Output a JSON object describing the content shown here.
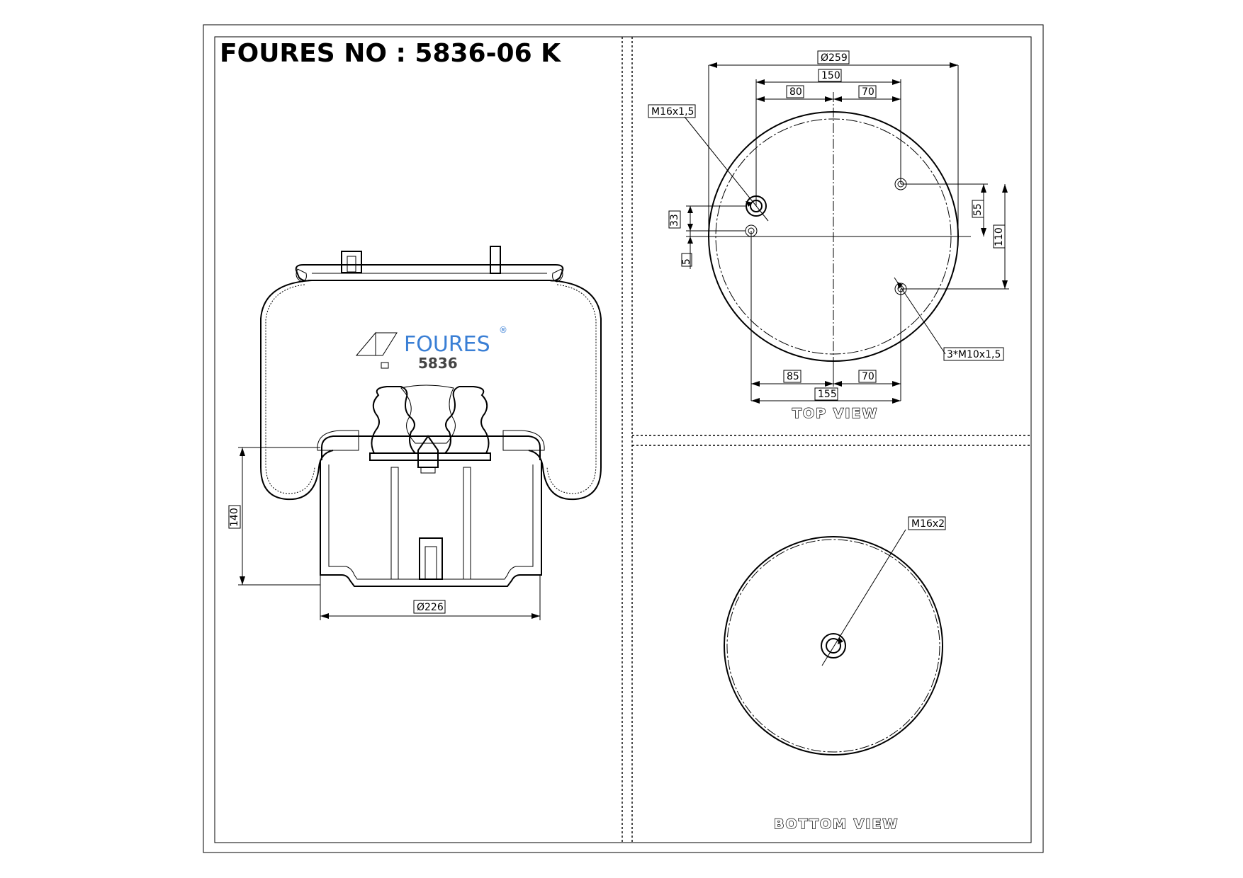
{
  "drawing": {
    "title": "FOURES NO : 5836-06 K",
    "brand_name": "FOURES",
    "brand_mark": "®",
    "model_number": "5836",
    "side_view": {
      "height_dim": "140",
      "diameter_dim": "Ø226"
    },
    "top_view": {
      "label": "TOP VIEW",
      "dims": {
        "outer_diameter": "Ø259",
        "span_150": "150",
        "top_left": "80",
        "top_right": "70",
        "bottom_left": "85",
        "bottom_right": "70",
        "span_155": "155",
        "vertical_55": "55",
        "vertical_110": "110",
        "vertical_33": "33",
        "vertical_5": "5"
      },
      "callouts": {
        "center_thread": "M16x1,5",
        "bolt_thread": "3*M10x1,5"
      }
    },
    "bottom_view": {
      "label": "BOTTOM VIEW",
      "callout": "M16x2"
    }
  },
  "colors": {
    "line": "#000000",
    "brand_blue": "#3a7fd5",
    "brand_grey": "#444444"
  }
}
